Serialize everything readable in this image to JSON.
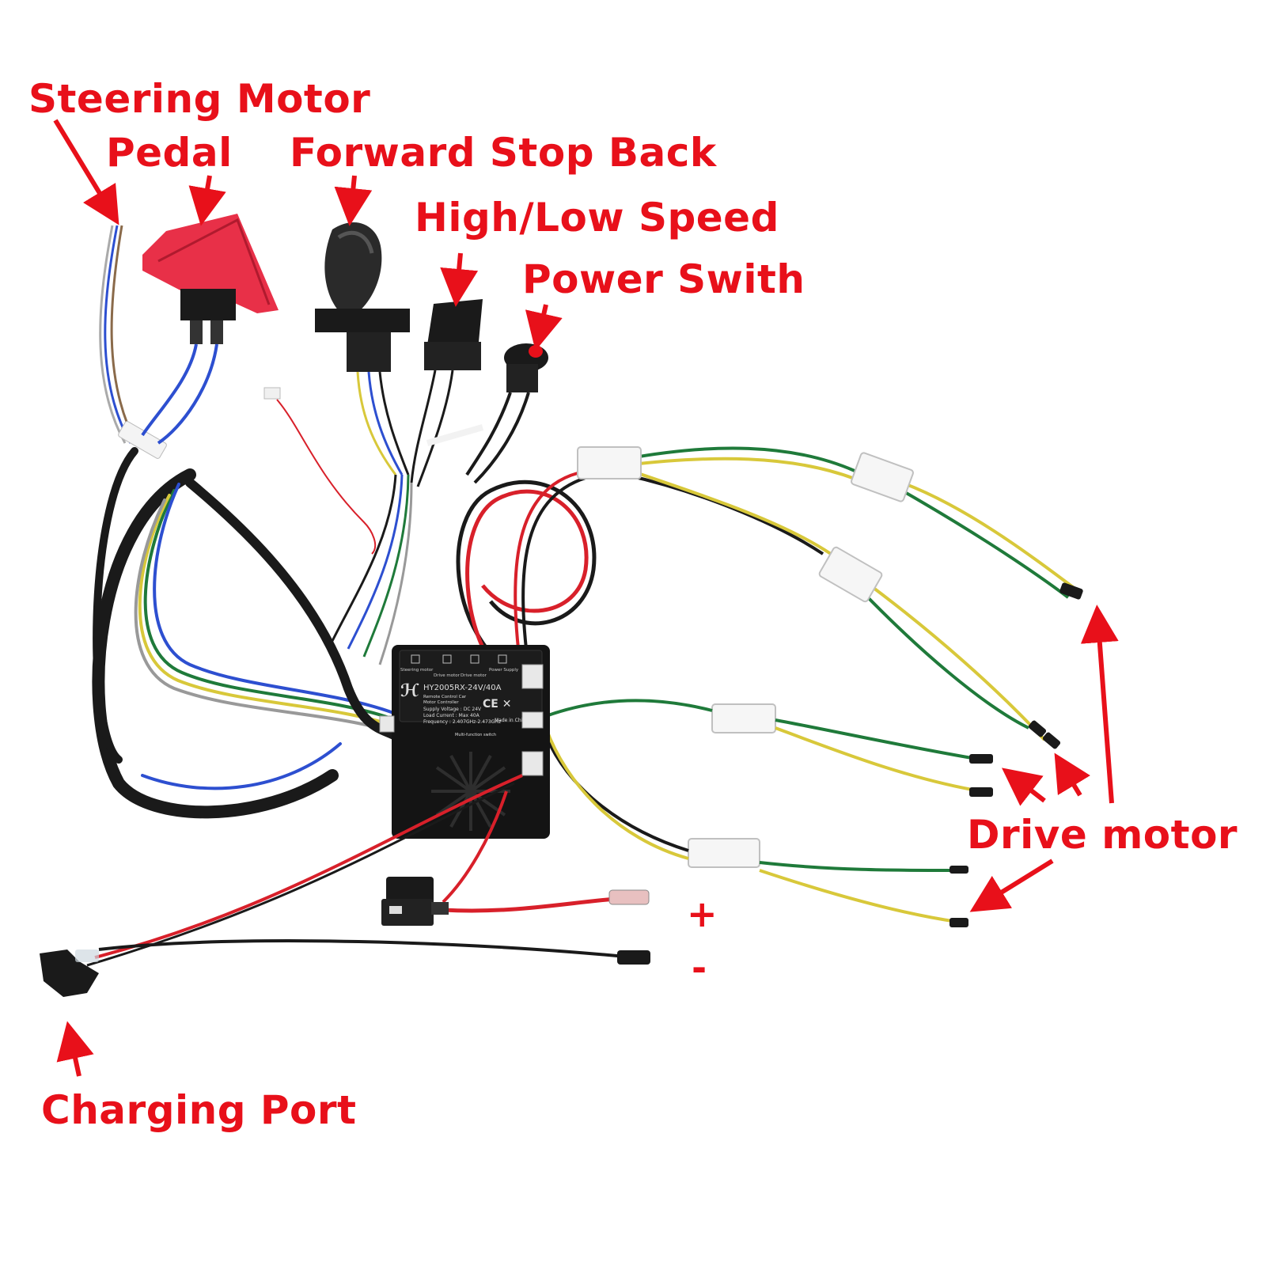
{
  "labels": {
    "steering_motor": "Steering Motor",
    "pedal": "Pedal",
    "forward_stop_back": "Forward Stop Back",
    "high_low_speed": "High/Low Speed",
    "power_switch": "Power Swith",
    "drive_motor": "Drive motor",
    "charging_port": "Charging Port",
    "plus": "+",
    "minus": "-"
  },
  "controller": {
    "model": "HY2005RX-24V/40A",
    "line1": "Remote Control Car",
    "line2": "Motor Controller",
    "supply": "Supply Voltage : DC 24V",
    "load": "Load Current : Max 40A",
    "freq": "Frequency : 2.407GHz-2.473GHz",
    "made": "Made in China",
    "mode": "Multi-function switch",
    "ports": [
      "Steering motor",
      "Drive motor",
      "Drive motor",
      "Power Supply"
    ]
  },
  "colors": {
    "label_red": "#e8101a",
    "wire_red": "#d8202a",
    "wire_black": "#1a1a1a",
    "wire_green": "#1f7a3a",
    "wire_yellow": "#d8c83a",
    "wire_blue": "#2d4fd0",
    "pedal_red": "#e83048"
  }
}
